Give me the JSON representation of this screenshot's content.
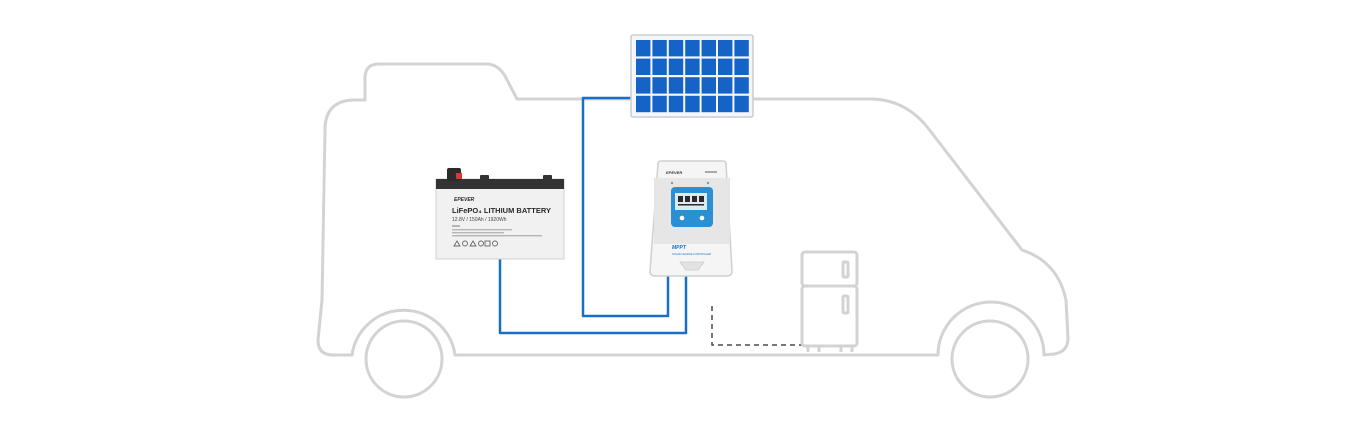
{
  "battery": {
    "brand": "EPEVER",
    "title": "LiFePO₄ LITHIUM BATTERY",
    "spec": "12.8V / 150Ah / 1920Wh"
  },
  "controller": {
    "brand": "EPEVER",
    "model": "MPPT",
    "subtitle": "SOLAR CHARGE CONTROLLER"
  },
  "colors": {
    "vehicle_outline": "#d3d3d3",
    "wire": "#1a6fc4",
    "solar_cell": "#1464c8",
    "controller_screen": "#2b8fd4",
    "dashed_wire": "#4a4a4a"
  },
  "icons": [
    "camper-van-outline",
    "solar-panel",
    "lithium-battery",
    "mppt-charge-controller",
    "refrigerator"
  ]
}
